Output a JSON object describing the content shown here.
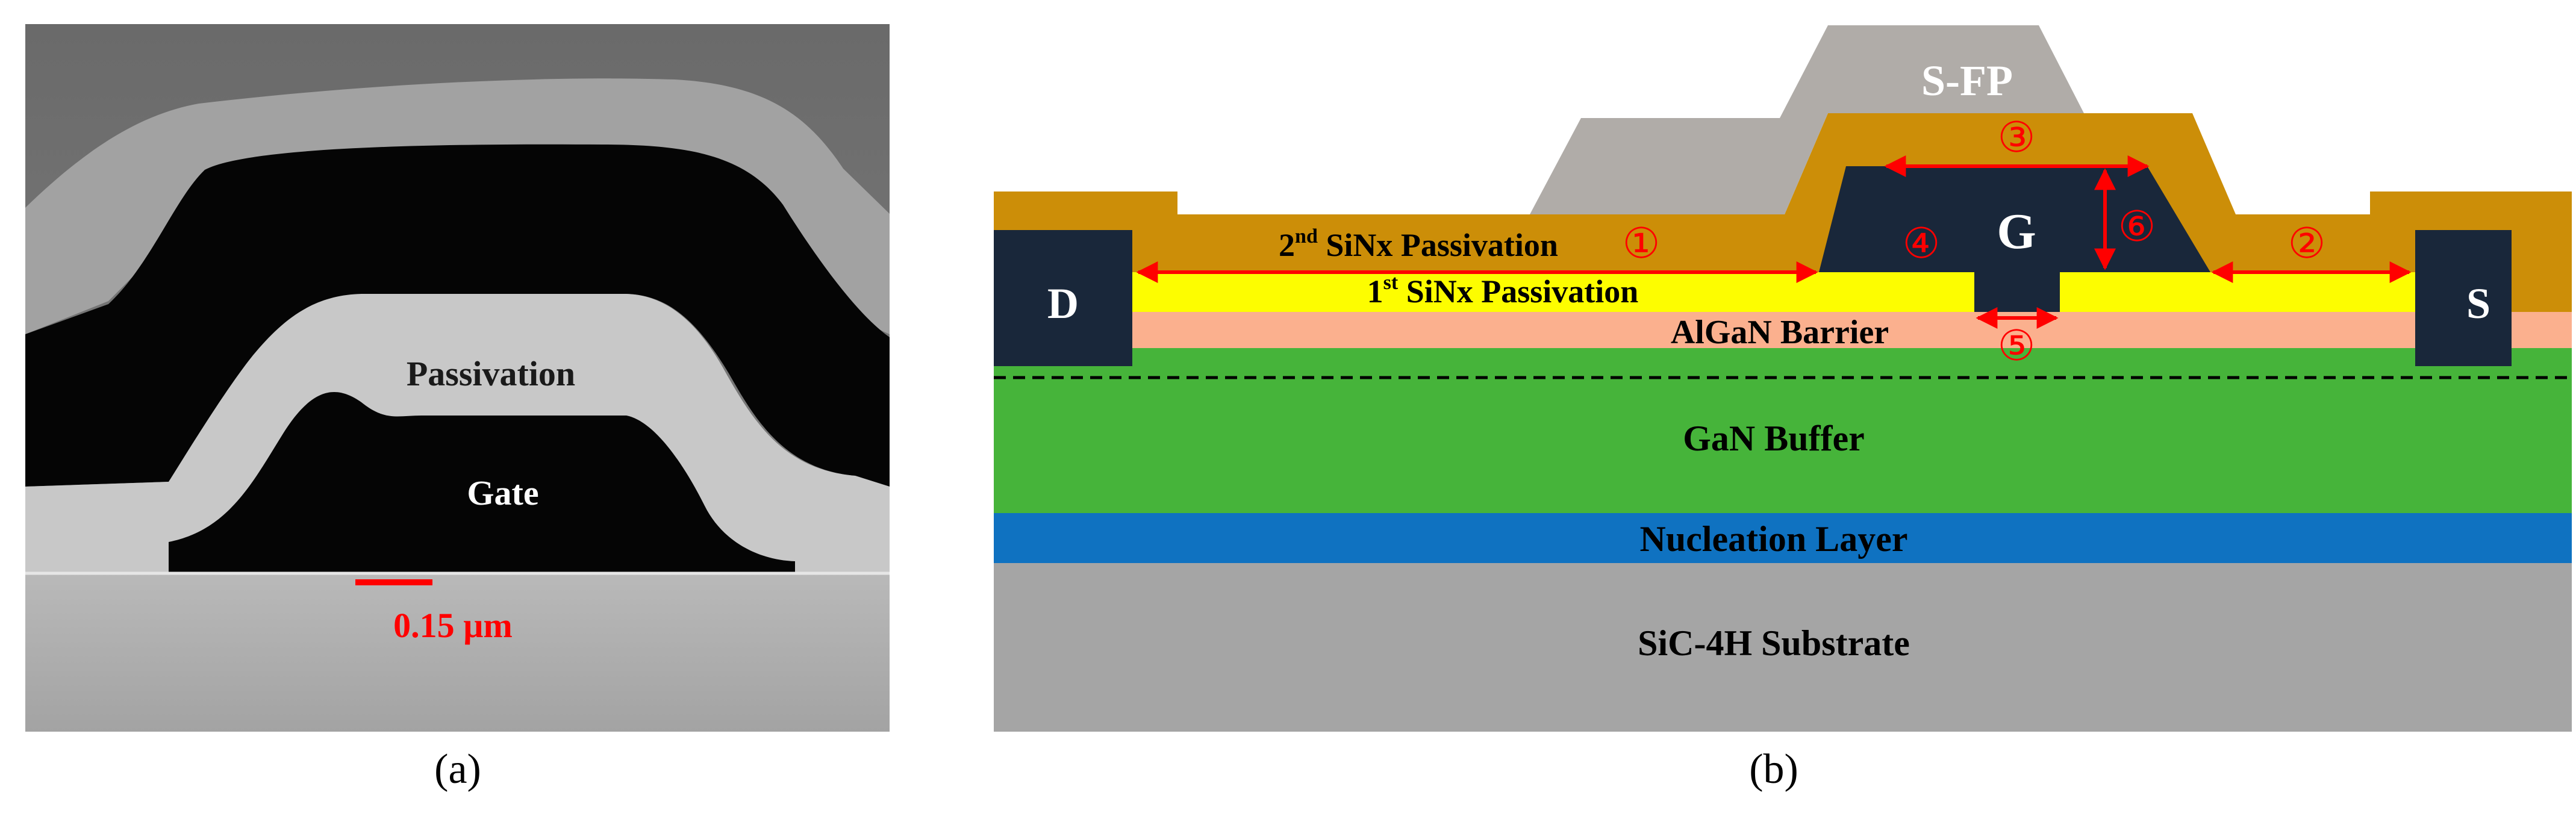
{
  "panel_a": {
    "caption": "(a)",
    "labels": {
      "passivation": "Passivation",
      "gate": "Gate",
      "dimension": "0.15 µm"
    }
  },
  "panel_b": {
    "caption": "(b)",
    "labels": {
      "sfp": "S-FP",
      "gate": "G",
      "drain": "D",
      "source": "S",
      "passivation2_prefix": "2",
      "passivation2_sup": "nd",
      "passivation2_suffix": " SiNx Passivation",
      "passivation1_prefix": "1",
      "passivation1_sup": "st",
      "passivation1_suffix": " SiNx Passivation",
      "algan": "AlGaN Barrier",
      "gan": "GaN Buffer",
      "nucleation": "Nucleation Layer",
      "substrate": "SiC-4H Substrate"
    },
    "markers": [
      "①",
      "②",
      "③",
      "④",
      "⑤",
      "⑥"
    ]
  },
  "colors": {
    "sfp_metal": "#b0aca8",
    "sin2": "#cc8e08",
    "sin1": "#fdfd00",
    "algan": "#fbb08e",
    "gan": "#46b43a",
    "nucleation": "#0f72c1",
    "substrate": "#a5a5a5",
    "contact": "#19273a",
    "dimension_red": "#ff0000"
  }
}
